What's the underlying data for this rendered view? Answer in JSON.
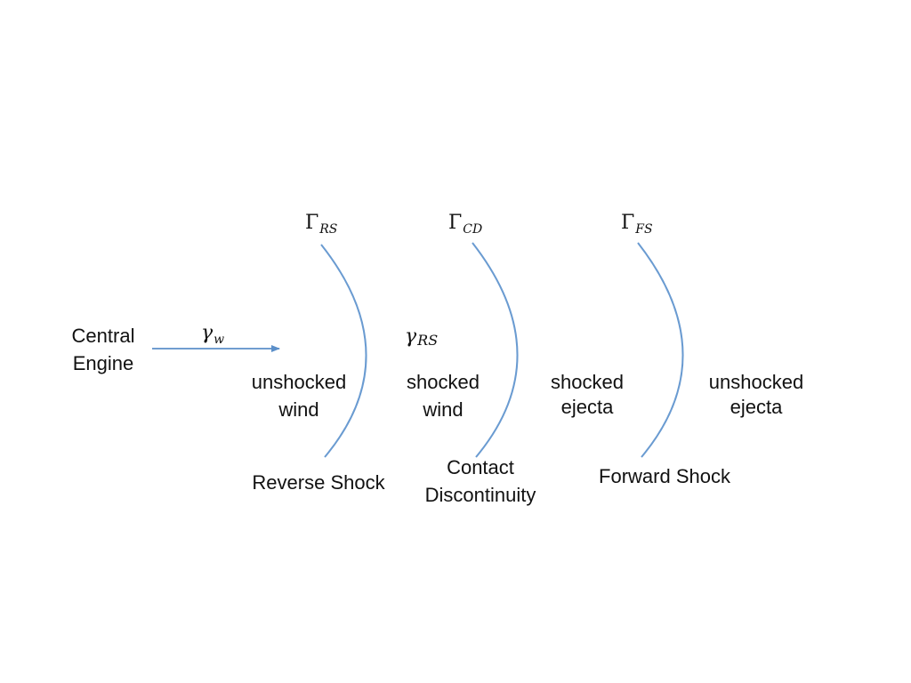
{
  "colors": {
    "curve": "#6a9bd1",
    "arrow": "#5b8fc9",
    "text": "#111111"
  },
  "source": {
    "line1": "Central",
    "line2": "Engine"
  },
  "flow": {
    "symbol": "γ",
    "subscript": "w"
  },
  "rs_gamma": {
    "symbol": "γ",
    "subscript": "RS"
  },
  "fronts": [
    {
      "symbol": "Γ",
      "subscript": "RS",
      "label_line1": "Reverse Shock",
      "label_line2": ""
    },
    {
      "symbol": "Γ",
      "subscript": "CD",
      "label_line1": "Contact",
      "label_line2": "Discontinuity"
    },
    {
      "symbol": "Γ",
      "subscript": "FS",
      "label_line1": "Forward Shock",
      "label_line2": ""
    }
  ],
  "regions": [
    {
      "line1": "unshocked",
      "line2": "wind"
    },
    {
      "line1": "shocked",
      "line2": "wind"
    },
    {
      "line1": "shocked",
      "line2": "ejecta"
    },
    {
      "line1": "unshocked",
      "line2": "ejecta"
    }
  ]
}
